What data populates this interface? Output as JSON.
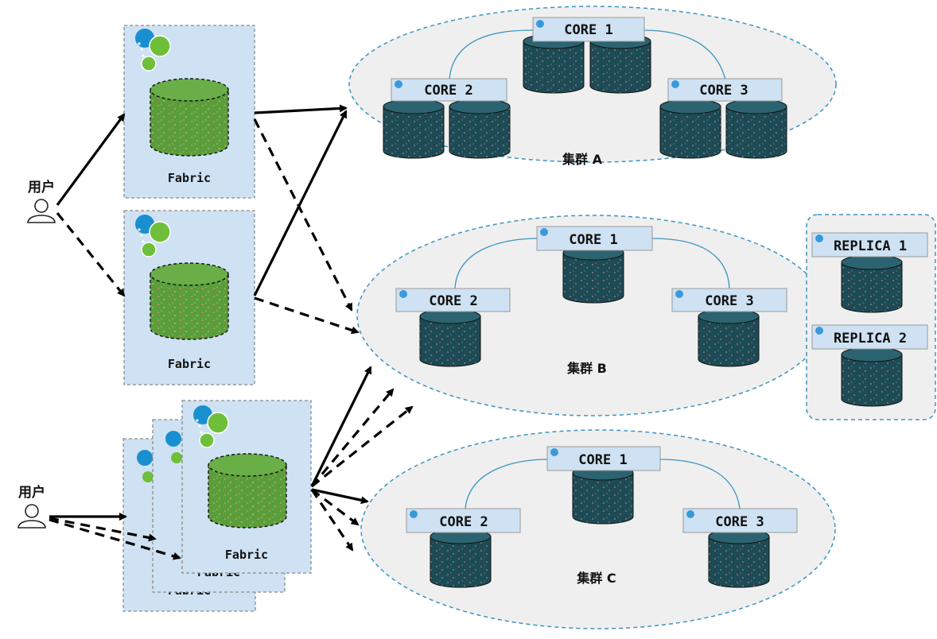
{
  "users": [
    {
      "label": "用户"
    },
    {
      "label": "用户"
    }
  ],
  "fabric_nodes": [
    {
      "label": "Fabric"
    },
    {
      "label": "Fabric"
    },
    {
      "label": "Fabric"
    },
    {
      "label": "Fabric"
    },
    {
      "label": "Fabric"
    }
  ],
  "clusters": [
    {
      "label": "集群 A",
      "cores": [
        "CORE 1",
        "CORE 2",
        "CORE 3"
      ]
    },
    {
      "label": "集群 B",
      "cores": [
        "CORE 1",
        "CORE 2",
        "CORE 3"
      ]
    },
    {
      "label": "集群 C",
      "cores": [
        "CORE 1",
        "CORE 2",
        "CORE 3"
      ]
    }
  ],
  "replicas": [
    "REPLICA 1",
    "REPLICA 2"
  ],
  "colors": {
    "fabric_fill": "#cfe2f3",
    "cluster_fill": "#efefef",
    "cluster_border": "#3b95c0",
    "db_green": "#5a9e3a",
    "db_dark": "#1d4b55",
    "label_box": "#cfe2f3"
  }
}
